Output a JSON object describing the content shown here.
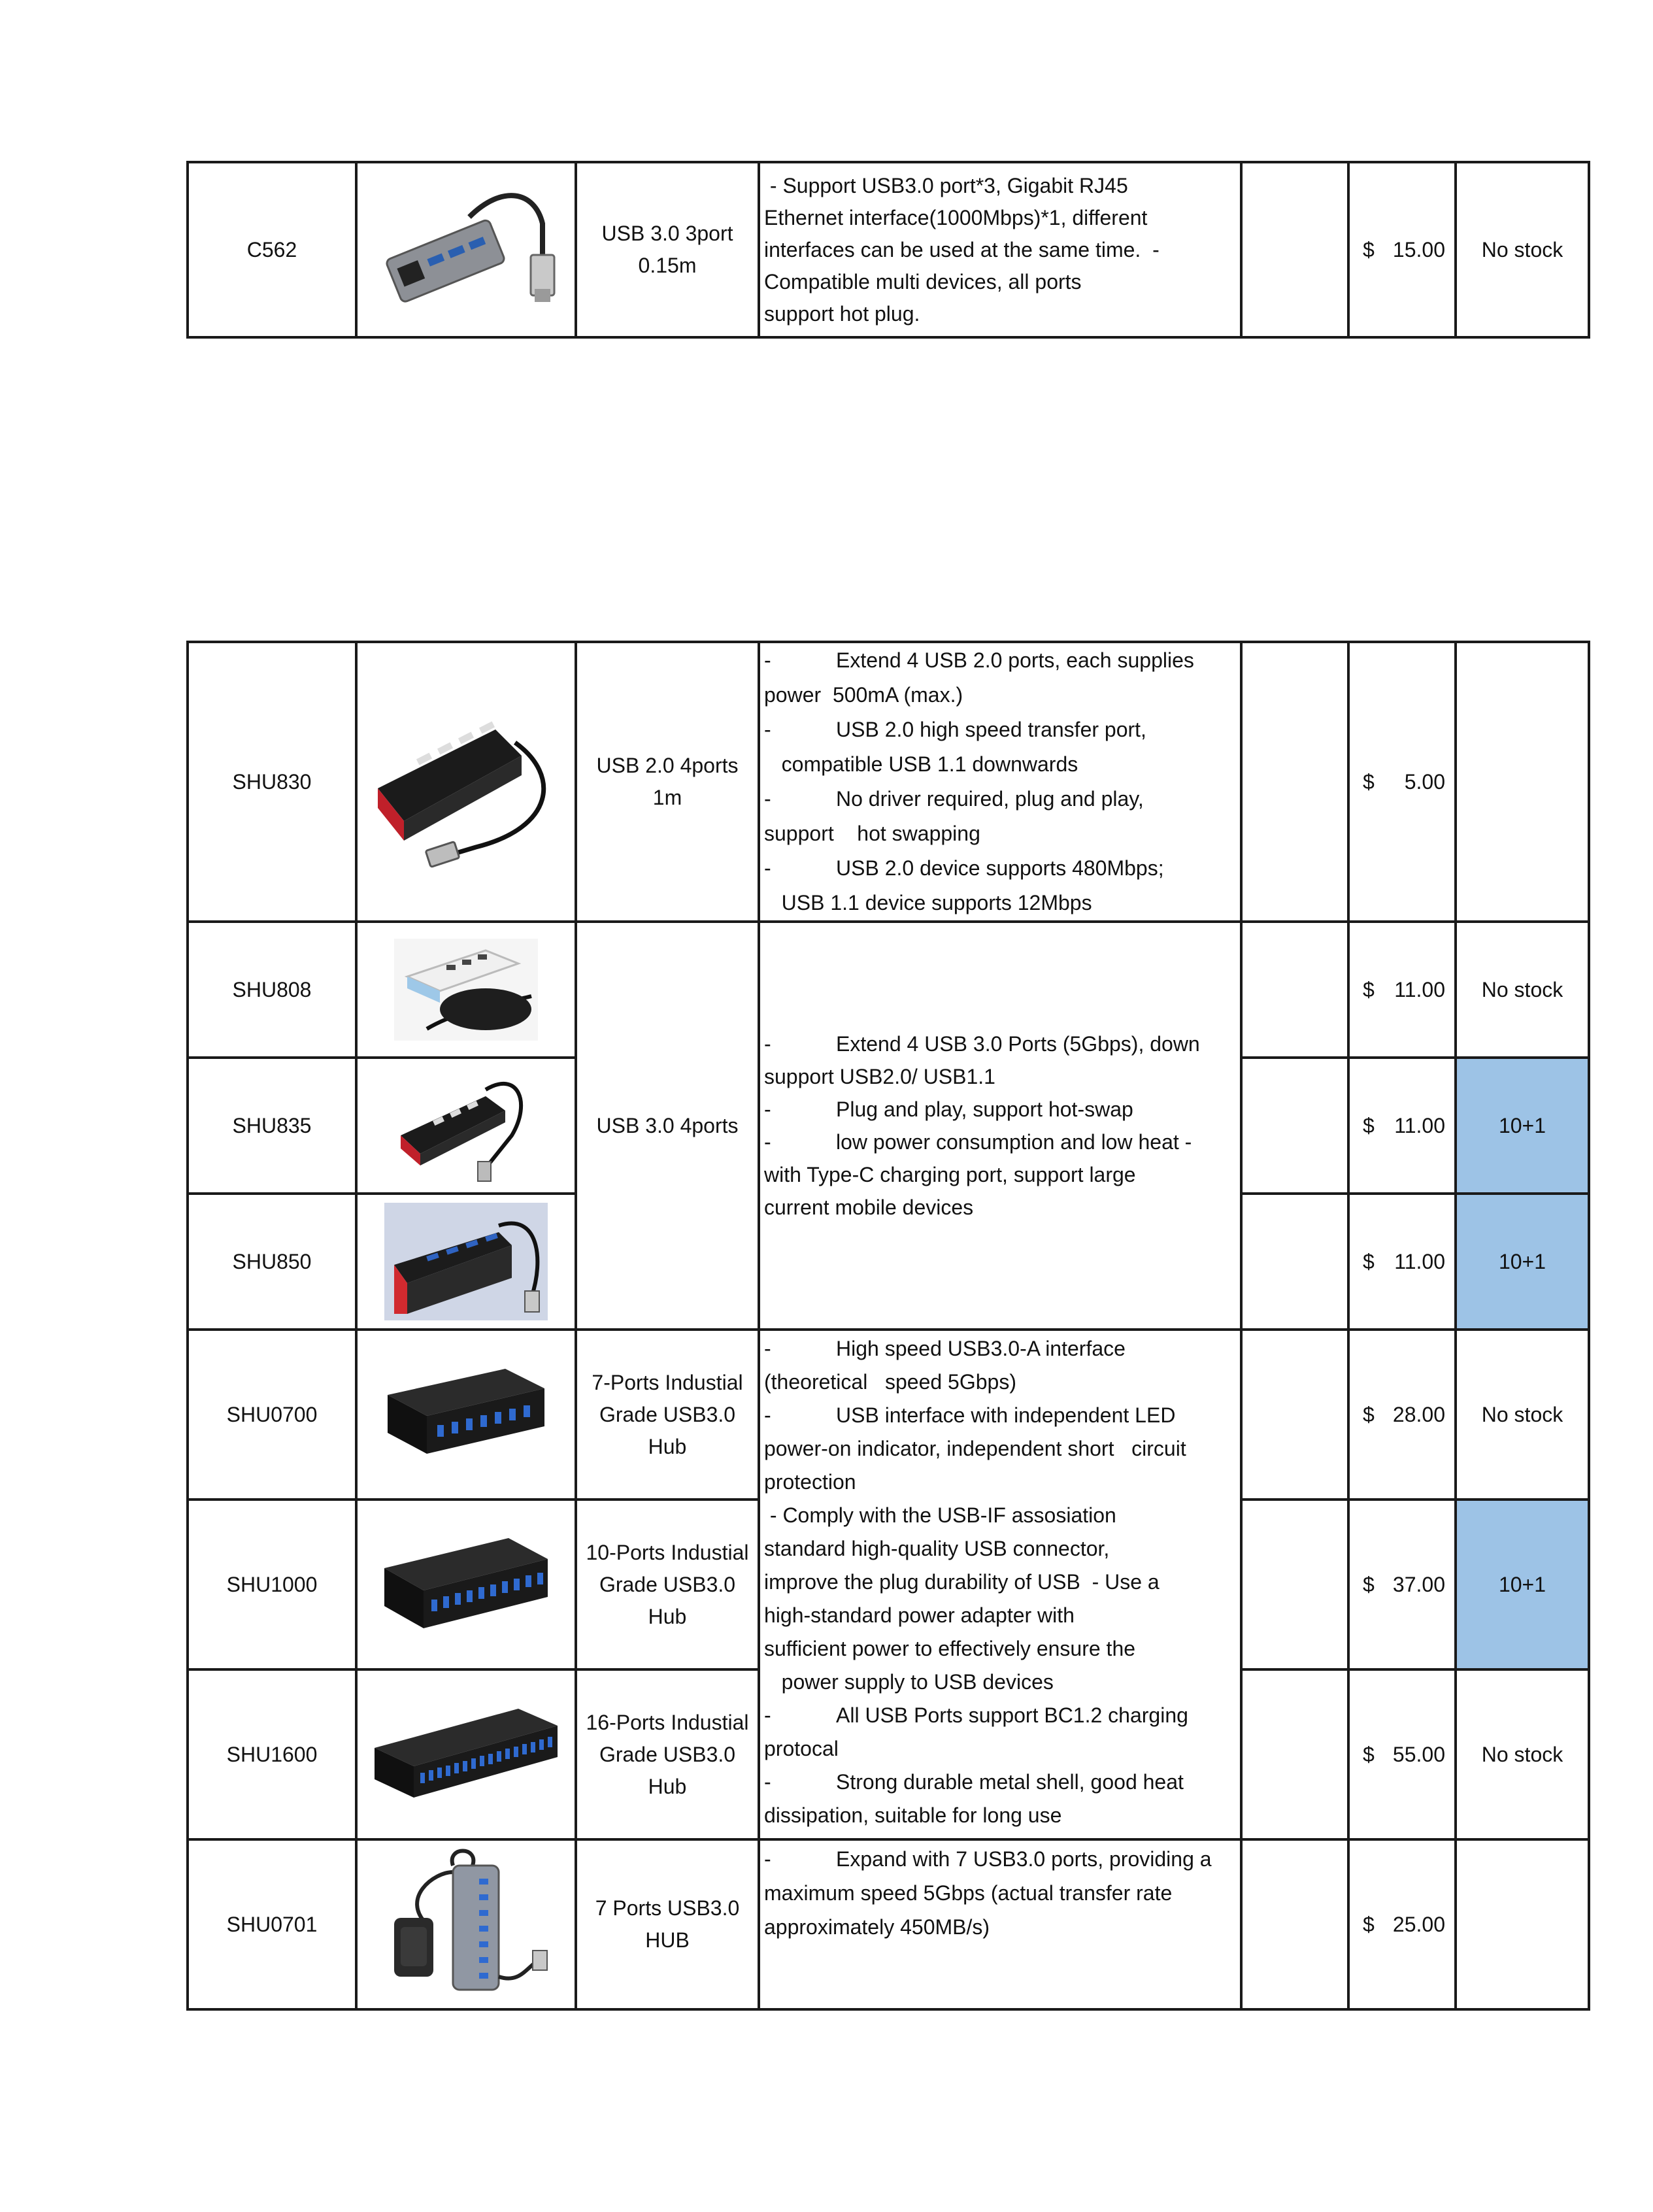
{
  "table1": {
    "rows": [
      {
        "model": "C562",
        "icon": "usb-ethernet-adapter-icon",
        "spec": [
          "USB 3.0 3port",
          "0.15m"
        ],
        "desc": [
          " - Support USB3.0 port*3, Gigabit RJ45",
          "Ethernet interface(1000Mbps)*1, different",
          "interfaces can be used at the same time.  -",
          "Compatible multi devices, all ports",
          "support hot plug."
        ],
        "currency": "$",
        "price": "15.00",
        "stock": "No stock"
      }
    ]
  },
  "table2": {
    "rows": [
      {
        "model": "SHU830",
        "icon": "usb-hub-red-black-icon",
        "currency": "$",
        "price": "5.00",
        "stock": ""
      },
      {
        "model": "SHU808",
        "icon": "usb-hub-white-black-icon",
        "currency": "$",
        "price": "11.00",
        "stock": "No stock"
      },
      {
        "model": "SHU835",
        "icon": "usb-hub-red-black-cable-icon",
        "currency": "$",
        "price": "11.00",
        "stock": "10+1"
      },
      {
        "model": "SHU850",
        "icon": "usb-hub-red-base-icon",
        "currency": "$",
        "price": "11.00",
        "stock": "10+1"
      },
      {
        "model": "SHU0700",
        "icon": "industrial-hub-7-port-icon",
        "currency": "$",
        "price": "28.00",
        "stock": "No stock"
      },
      {
        "model": "SHU1000",
        "icon": "industrial-hub-10-port-icon",
        "currency": "$",
        "price": "37.00",
        "stock": "10+1"
      },
      {
        "model": "SHU1600",
        "icon": "industrial-hub-16-port-icon",
        "currency": "$",
        "price": "55.00",
        "stock": "No stock"
      },
      {
        "model": "SHU0701",
        "icon": "powered-hub-7-port-icon",
        "currency": "$",
        "price": "25.00",
        "stock": ""
      }
    ],
    "specs": {
      "shu830": [
        "USB 2.0 4ports",
        "1m"
      ],
      "shu808_group": [
        "USB 3.0 4ports"
      ],
      "shu0700": [
        "7-Ports Industial",
        "Grade USB3.0",
        "Hub"
      ],
      "shu1000": [
        "10-Ports Industial",
        "Grade USB3.0",
        "Hub"
      ],
      "shu1600": [
        "16-Ports Industial",
        "Grade USB3.0",
        "Hub"
      ],
      "shu0701": [
        "7 Ports USB3.0",
        "HUB"
      ]
    },
    "desc_shu830": [
      {
        "dash": "-",
        "text": "Extend 4 USB 2.0 ports, each supplies"
      },
      {
        "dash": "",
        "text": "power  500mA (max.)"
      },
      {
        "dash": "-",
        "text": "USB 2.0 high speed transfer port,"
      },
      {
        "dash": "",
        "text": "   compatible USB 1.1 downwards"
      },
      {
        "dash": "-",
        "text": "No driver required, plug and play,"
      },
      {
        "dash": "",
        "text": "support    hot swapping"
      },
      {
        "dash": "-",
        "text": "USB 2.0 device supports 480Mbps;"
      },
      {
        "dash": "",
        "text": "   USB 1.1 device supports 12Mbps"
      }
    ],
    "desc_group": [
      {
        "dash": "-",
        "text": "Extend 4 USB 3.0 Ports (5Gbps), down"
      },
      {
        "dash": "",
        "text": "support USB2.0/ USB1.1"
      },
      {
        "dash": "-",
        "text": "Plug and play, support hot-swap"
      },
      {
        "dash": "-",
        "text": "low power consumption and low heat -"
      },
      {
        "dash": "",
        "text": "with Type-C charging port, support large"
      },
      {
        "dash": "",
        "text": "current mobile devices"
      }
    ],
    "desc_industrial": [
      {
        "dash": "-",
        "text": "High speed USB3.0-A interface"
      },
      {
        "dash": "",
        "text": "(theoretical   speed 5Gbps)"
      },
      {
        "dash": "-",
        "text": "USB interface with independent LED"
      },
      {
        "dash": "",
        "text": "power-on indicator, independent short   circuit"
      },
      {
        "dash": "",
        "text": "protection"
      },
      {
        "dash": "",
        "text": " - Comply with the USB-IF assosiation"
      },
      {
        "dash": "",
        "text": "standard high-quality USB connector,"
      },
      {
        "dash": "",
        "text": "improve the plug durability of USB  - Use a"
      },
      {
        "dash": "",
        "text": "high-standard power adapter with"
      },
      {
        "dash": "",
        "text": "sufficient power to effectively ensure the"
      },
      {
        "dash": "",
        "text": "   power supply to USB devices"
      },
      {
        "dash": "-",
        "text": "All USB Ports support BC1.2 charging"
      },
      {
        "dash": "",
        "text": "protocal"
      },
      {
        "dash": "-",
        "text": "Strong durable metal shell, good heat"
      },
      {
        "dash": "",
        "text": "dissipation, suitable for long use"
      }
    ],
    "desc_shu0701": [
      {
        "dash": "-",
        "text": "Expand with 7 USB3.0 ports, providing a"
      },
      {
        "dash": "",
        "text": "maximum speed 5Gbps (actual transfer rate"
      },
      {
        "dash": "",
        "text": "approximately 450MB/s)"
      }
    ]
  }
}
